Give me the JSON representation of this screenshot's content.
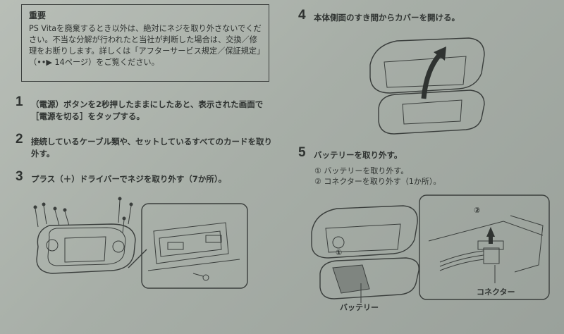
{
  "notice": {
    "title": "重要",
    "body": "PS Vitaを廃棄するとき以外は、絶対にネジを取り外さないでください。不当な分解が行われたと当社が判断した場合は、交換／修理をお断りします。詳しくは「アフターサービス規定／保証規定」（••▶ 14ページ）をご覧ください。"
  },
  "steps": [
    {
      "num": "1",
      "text": "（電源）ボタンを2秒押したままにしたあと、表示された画面で［電源を切る］をタップする。",
      "icon": "power-icon"
    },
    {
      "num": "2",
      "text": "接続しているケーブル類や、セットしているすべてのカードを取り外す。"
    },
    {
      "num": "3",
      "text": "プラス（＋）ドライバーでネジを取り外す（7か所）。"
    },
    {
      "num": "4",
      "text": "本体側面のすき間からカバーを開ける。"
    },
    {
      "num": "5",
      "text": "バッテリーを取り外す。"
    }
  ],
  "substeps": [
    {
      "marker": "①",
      "text": "バッテリーを取り外す。"
    },
    {
      "marker": "②",
      "text": "コネクターを取り外す（1か所）。"
    }
  ],
  "labels": {
    "battery": "バッテリー",
    "connector": "コネクター",
    "callout_1": "①",
    "callout_2": "②"
  }
}
